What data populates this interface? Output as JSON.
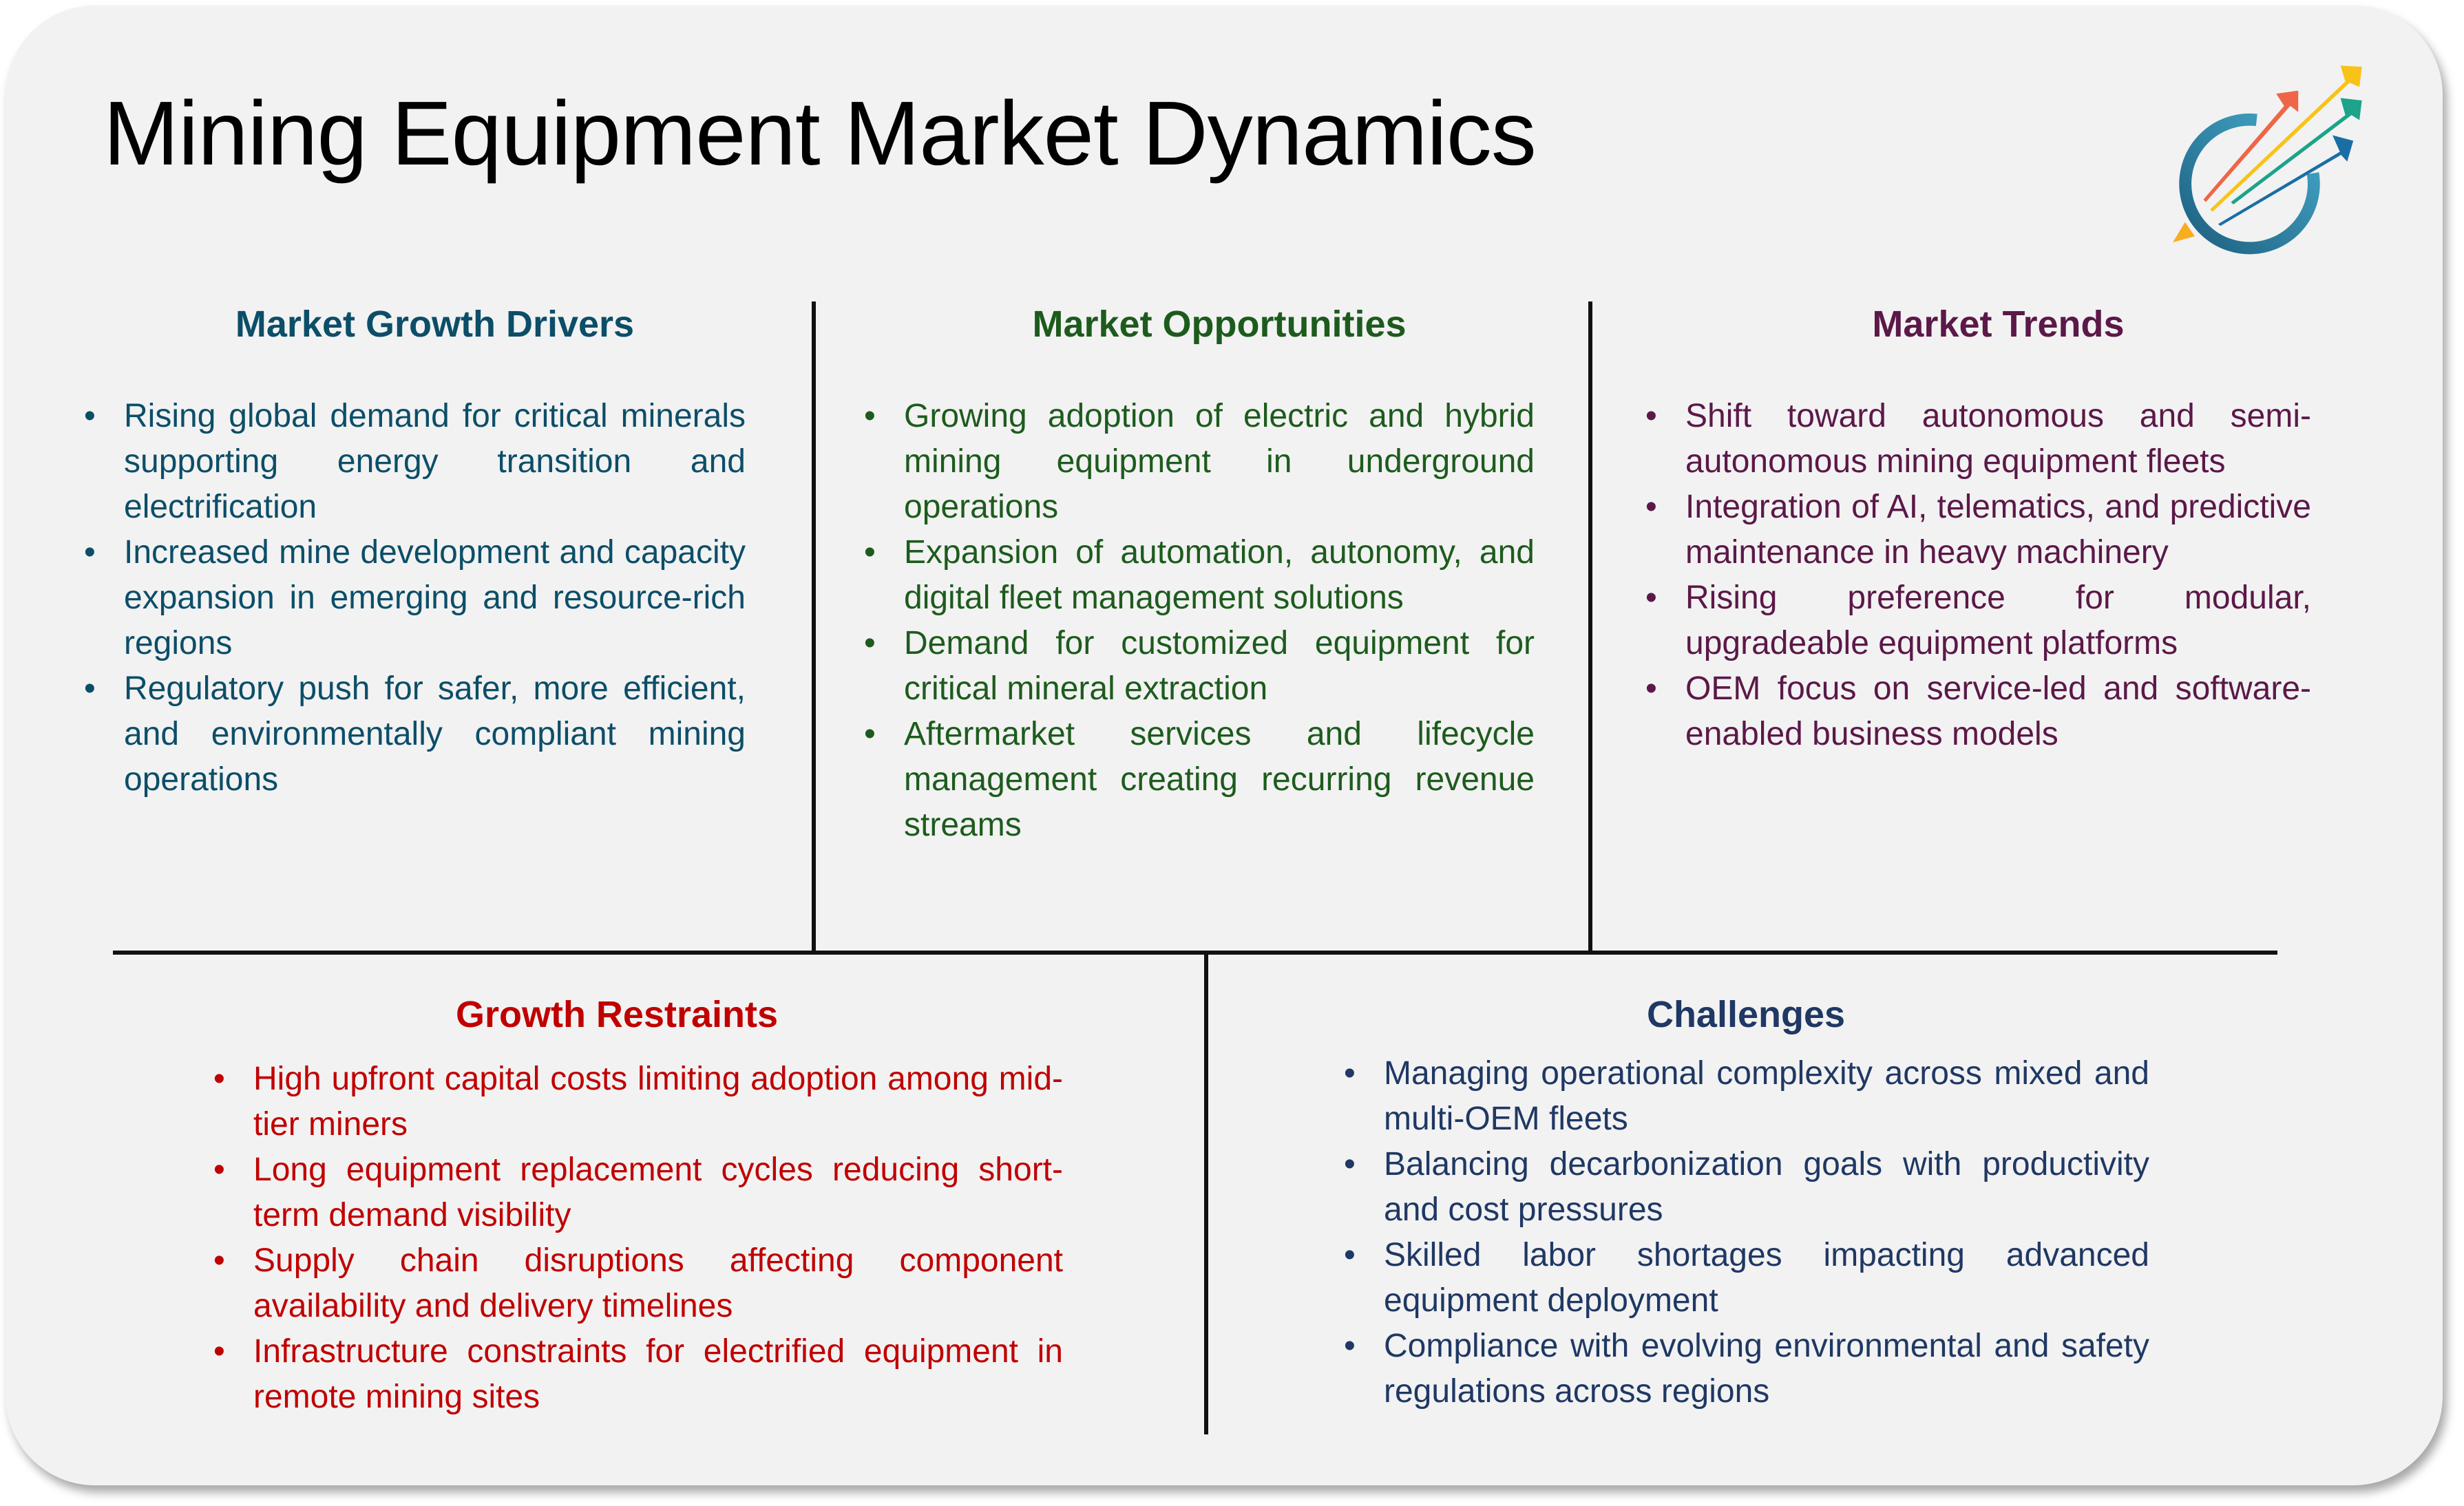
{
  "title": "Mining Equipment Market Dynamics",
  "colors": {
    "drivers": "#0c4e68",
    "opportunities": "#1d5b1d",
    "trends": "#5b1848",
    "restraints": "#c00000",
    "challenges": "#1f3864"
  },
  "sections": {
    "drivers": {
      "heading": "Market Growth Drivers",
      "items": [
        "Rising global demand for critical minerals supporting energy transition and electrification",
        "Increased mine development and capacity expansion in emerging and resource-rich regions",
        "Regulatory push for safer, more efficient, and environmentally compliant mining operations"
      ]
    },
    "opportunities": {
      "heading": "Market Opportunities",
      "items": [
        "Growing adoption of electric and hybrid mining equipment in underground operations",
        "Expansion of automation, autonomy, and digital fleet management solutions",
        "Demand for customized equipment for critical mineral extraction",
        "Aftermarket services and lifecycle management creating recurring revenue streams"
      ]
    },
    "trends": {
      "heading": "Market Trends",
      "items": [
        "Shift toward autonomous and semi-autonomous mining equipment fleets",
        "Integration of AI, telematics, and predictive maintenance in heavy machinery",
        "Rising preference for modular, upgradeable equipment platforms",
        "OEM focus on service-led and software-enabled business models"
      ]
    },
    "restraints": {
      "heading": "Growth Restraints",
      "items": [
        "High upfront capital costs limiting adoption among mid-tier miners",
        "Long equipment replacement cycles reducing short-term demand visibility",
        "Supply chain disruptions affecting component availability and delivery timelines",
        "Infrastructure constraints for electrified equipment in remote mining sites"
      ]
    },
    "challenges": {
      "heading": "Challenges",
      "items": [
        "Managing operational complexity across mixed and multi-OEM fleets",
        "Balancing decarbonization goals with productivity and cost pressures",
        "Skilled labor shortages impacting advanced equipment deployment",
        "Compliance with evolving environmental and safety regulations across regions"
      ]
    }
  },
  "bullet": "•"
}
